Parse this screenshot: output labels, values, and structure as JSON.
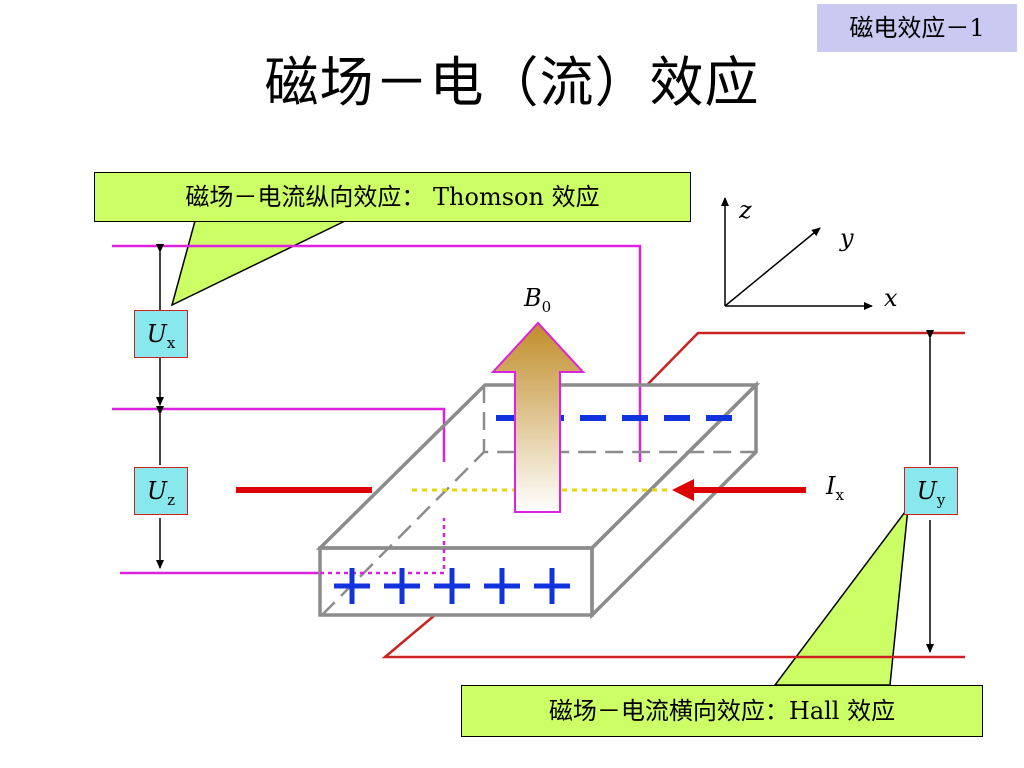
{
  "tag": "磁电效应－1",
  "title": "磁场－电（流）效应",
  "callouts": {
    "top": "磁场－电流纵向效应： Thomson 效应",
    "bottom": "磁场－电流横向效应：Hall 效应"
  },
  "voltages": {
    "ux": {
      "sym": "U",
      "sub": "x"
    },
    "uz": {
      "sym": "U",
      "sub": "z"
    },
    "uy": {
      "sym": "U",
      "sub": "y"
    }
  },
  "field": {
    "sym": "B",
    "sub": "0"
  },
  "current": {
    "sym": "I",
    "sub": "x"
  },
  "axes": {
    "z": "z",
    "y": "y",
    "x": "x"
  },
  "charges": {
    "negative": "－",
    "positive": "＋"
  },
  "colors": {
    "callout_fill": "#ccff66",
    "tag_fill": "#c9c9f2",
    "voltage_box": "#88e8ee",
    "magenta_wire": "#dd22dd",
    "red_wire": "#cc2222",
    "charge_blue": "#1133dd",
    "slab_gray": "#8c8c8c"
  }
}
